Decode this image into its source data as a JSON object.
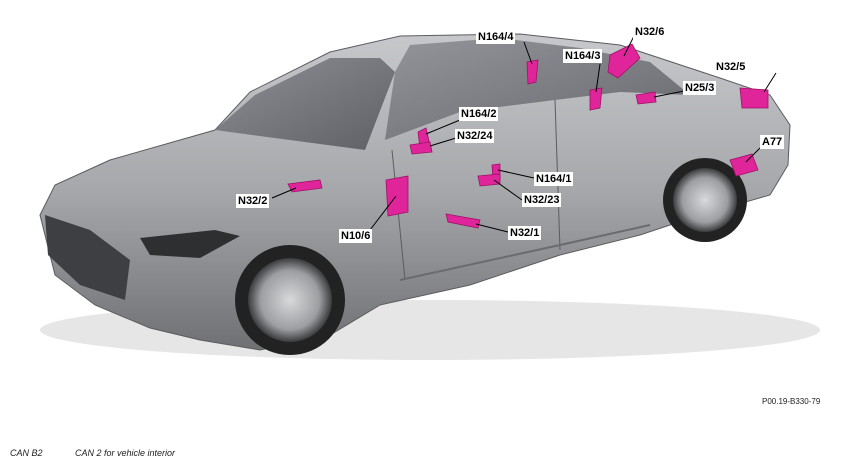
{
  "labels": {
    "n164_4": "N164/4",
    "n32_6": "N32/6",
    "n164_3": "N164/3",
    "n32_5": "N32/5",
    "n25_3": "N25/3",
    "n164_2": "N164/2",
    "n32_24": "N32/24",
    "a77": "A77",
    "n164_1": "N164/1",
    "n32_2": "N32/2",
    "n32_23": "N32/23",
    "n10_6": "N10/6",
    "n32_1": "N32/1"
  },
  "reference_code": "P00.19-B330-79",
  "legend": {
    "code": "CAN B2",
    "description": "CAN 2 for vehicle interior"
  },
  "colors": {
    "component": "#e0259a",
    "body": "#a9aaad",
    "leader": "#000000"
  }
}
